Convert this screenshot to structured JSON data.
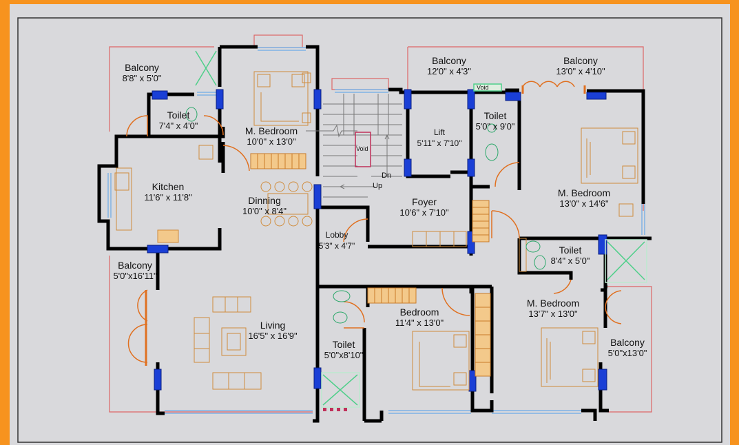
{
  "rooms": {
    "balcony_tl": {
      "name": "Balcony",
      "dim": "8'8\" x 5'0\""
    },
    "toilet_tl": {
      "name": "Toilet",
      "dim": "7'4\" x 4'0\""
    },
    "mbed_top": {
      "name": "M. Bedroom",
      "dim": "10'0\" x 13'0\""
    },
    "kitchen": {
      "name": "Kitchen",
      "dim": "11'6\" x 11'8\""
    },
    "dinning": {
      "name": "Dinning",
      "dim": "10'0\" x 8'4\""
    },
    "balcony_top_mid": {
      "name": "Balcony",
      "dim": "12'0\" x 4'3\""
    },
    "balcony_top_right": {
      "name": "Balcony",
      "dim": "13'0\" x 4'10\""
    },
    "lift": {
      "name": "Lift",
      "dim": "5'11\" x 7'10\""
    },
    "toilet_tr": {
      "name": "Toilet",
      "dim": "5'0\" x 9'0\""
    },
    "mbed_right": {
      "name": "M. Bedroom",
      "dim": "13'0\" x 14'6\""
    },
    "foyer": {
      "name": "Foyer",
      "dim": "10'6\" x 7'10\""
    },
    "lobby": {
      "name": "Lobby",
      "dim": "5'3\" x 4'7\""
    },
    "toilet_right": {
      "name": "Toilet",
      "dim": "8'4\" x 5'0\""
    },
    "balcony_left": {
      "name": "Balcony",
      "dim": "5'0\"x16'11\""
    },
    "living": {
      "name": "Living",
      "dim": "16'5\" x 16'9\""
    },
    "bedroom": {
      "name": "Bedroom",
      "dim": "11'4\" x 13'0\""
    },
    "mbed_br": {
      "name": "M. Bedroom",
      "dim": "13'7\" x 13'0\""
    },
    "toilet_bottom": {
      "name": "Toilet",
      "dim": "5'0\"x8'10\""
    },
    "balcony_right": {
      "name": "Balcony",
      "dim": "5'0\"x13'0\""
    }
  },
  "labels": {
    "void_stair": "Void",
    "void_top": "Void",
    "dn": "Dn",
    "up": "Up"
  },
  "colors": {
    "background": "#f7931e",
    "paper": "#d9d9dc",
    "wall": "#000000",
    "window": "#7fb2e5",
    "door": "#e07020",
    "furniture": "#d08c3c",
    "boundary": "#d66",
    "window_block": "#1a3fd6",
    "toilet_fixture": "#2ba86a"
  }
}
